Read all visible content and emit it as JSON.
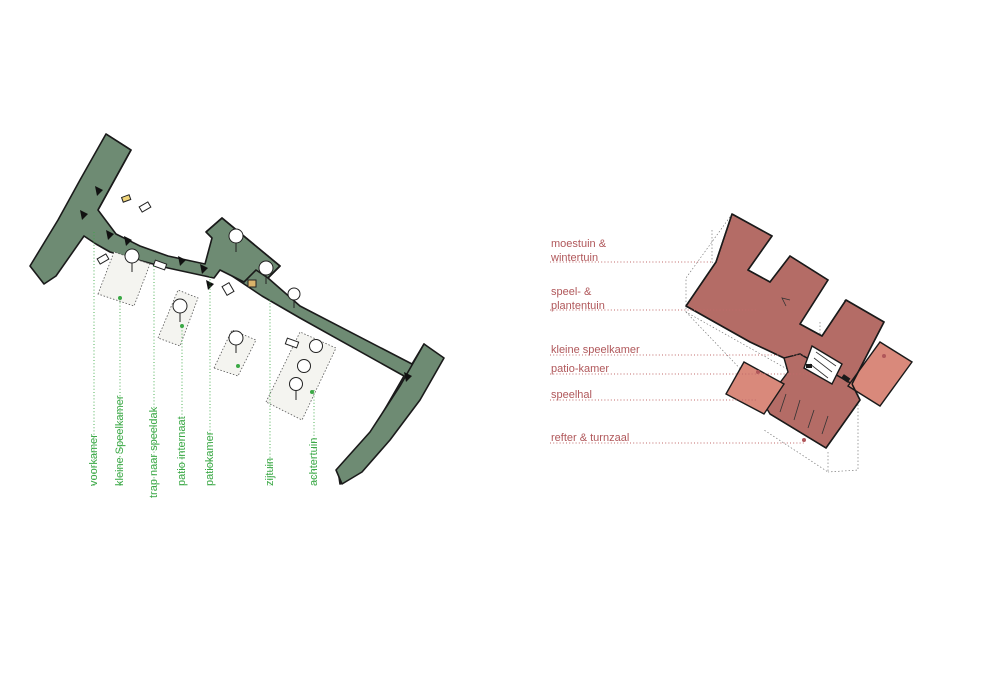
{
  "colors": {
    "plan_fill": "#6e8b73",
    "plan_stroke": "#1a1a1a",
    "green_label": "#3aa845",
    "roof_main": "#b46c66",
    "roof_light": "#d9897b",
    "red_label": "#b0575a"
  },
  "plan_labels": {
    "voorkamer": "voorkamer",
    "kleine_speelkamer": "kleine Speelkamer",
    "trap": "trap naar speeldak",
    "patio_internaat": "patio internaat",
    "patiokamer": "patiokamer",
    "zijtuin": "zijtuin",
    "achtertuin": "achtertuin"
  },
  "axo_labels": {
    "moestuin": [
      "moestuin &",
      "wintertuin"
    ],
    "speel_plantentuin": [
      "speel- &",
      "plantentuin"
    ],
    "kleine_speelkamer": "kleine speelkamer",
    "patio_kamer": "patio-kamer",
    "speelhal": "speelhal",
    "refter": "refter & turnzaal"
  }
}
